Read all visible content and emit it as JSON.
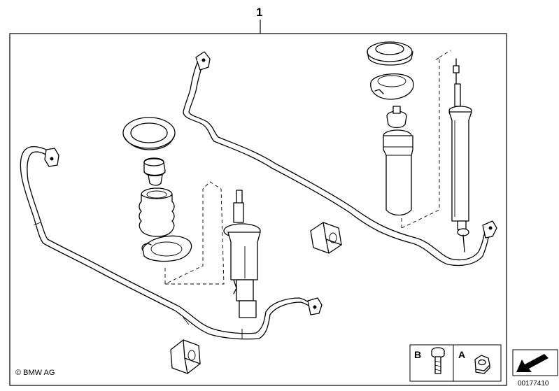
{
  "assembly_number": "1",
  "copyright": "© BMW AG",
  "diagram_id": "00177410",
  "legend": {
    "a_label": "A",
    "b_label": "B",
    "a_icon": "hex-nut-icon",
    "b_icon": "bolt-icon"
  },
  "corner_icon": "arrow-corner-icon",
  "colors": {
    "line": "#000000",
    "background": "#ffffff"
  }
}
